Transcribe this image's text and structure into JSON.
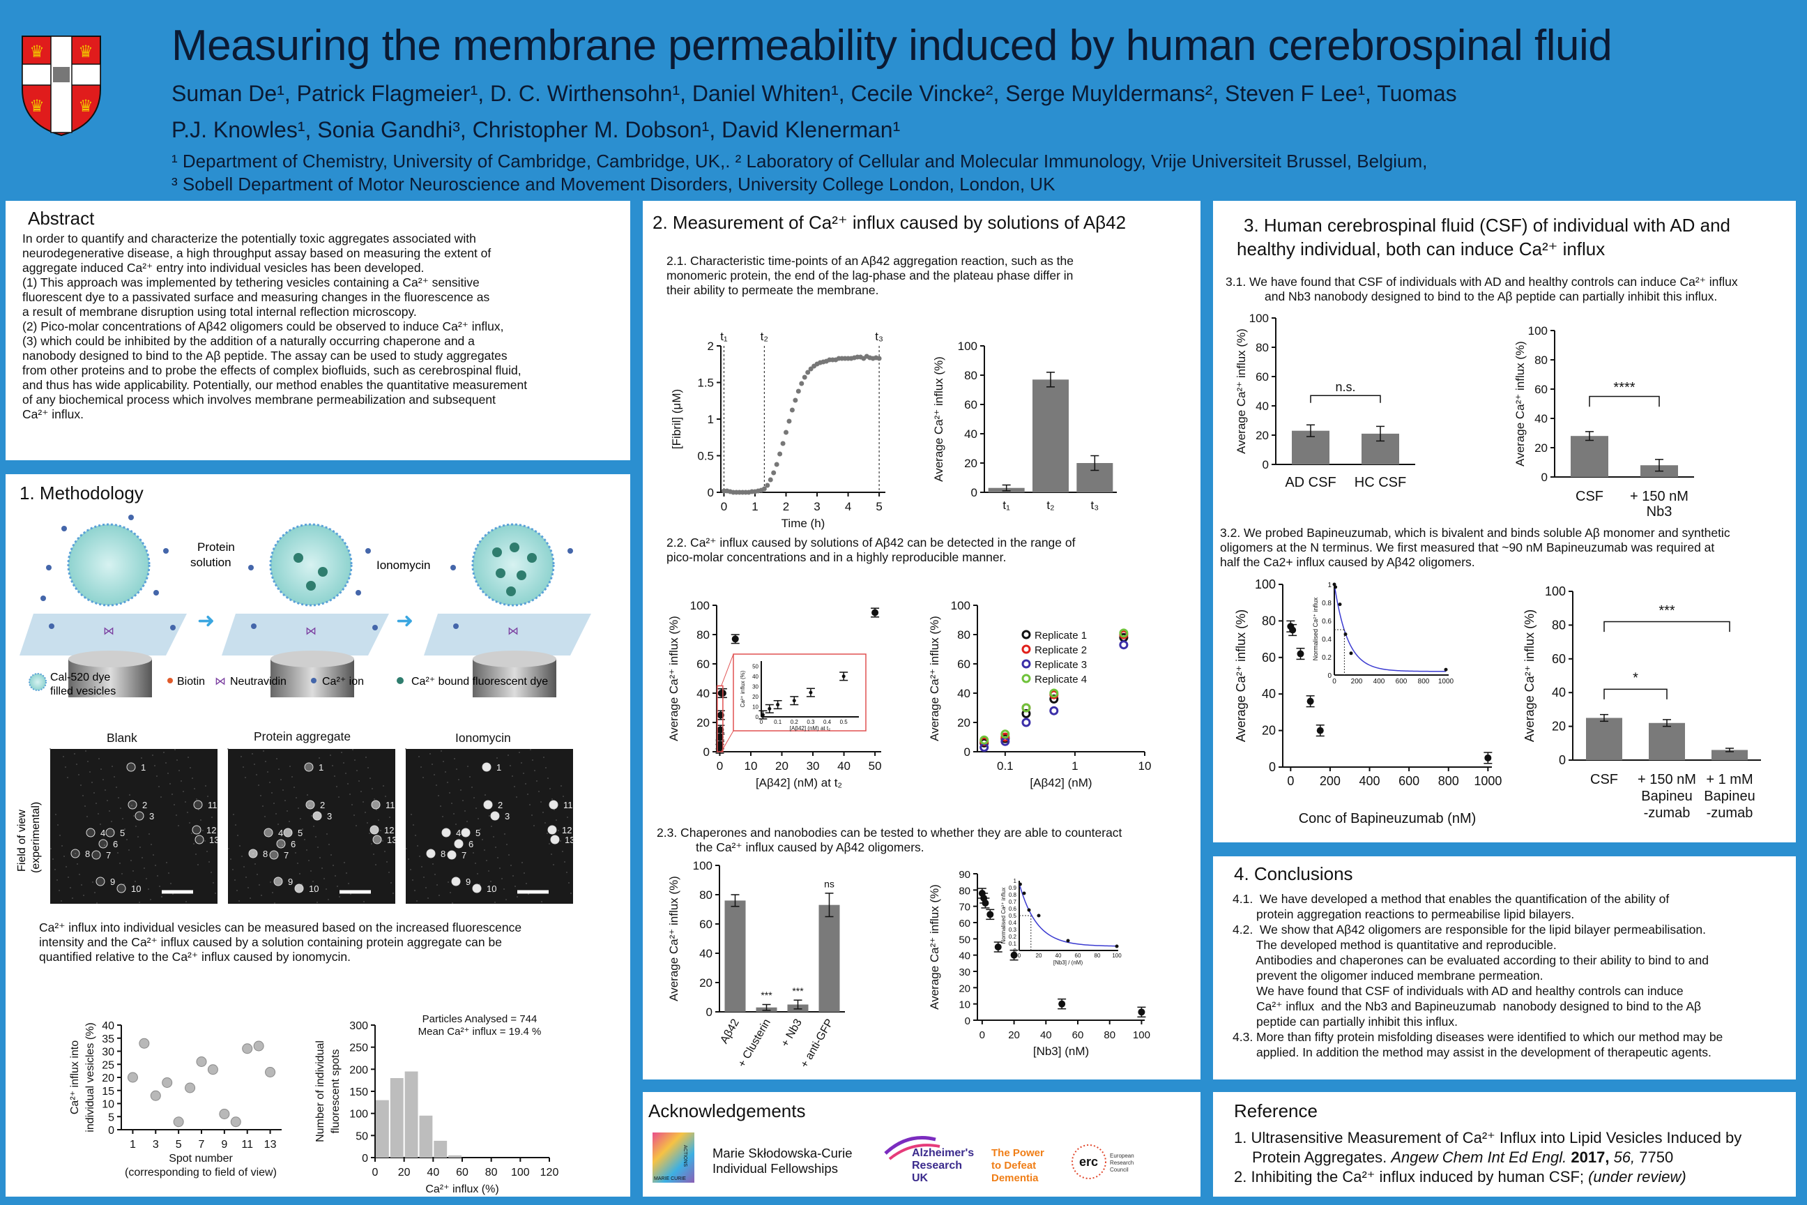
{
  "header": {
    "title": "Measuring the membrane permeability induced by human cerebrospinal fluid",
    "authors_line1": "Suman De¹, Patrick Flagmeier¹, D. C. Wirthensohn¹, Daniel Whiten¹, Cecile Vincke², Serge Muyldermans², Steven F Lee¹, Tuomas",
    "authors_line2": "P.J. Knowles¹, Sonia Gandhi³, Christopher M. Dobson¹, David Klenerman¹",
    "affil_line1": "¹ Department of Chemistry, University of Cambridge, Cambridge, UK,. ² Laboratory of Cellular and Molecular Immunology, Vrije Universiteit Brussel, Belgium,",
    "affil_line2": "³ Sobell Department of Motor Neuroscience and Movement Disorders, University College London, London, UK"
  },
  "abstract": {
    "heading": "Abstract",
    "lines": [
      "In order to quantify and characterize the potentially toxic aggregates associated with",
      "neurodegenerative disease, a high throughput assay based on measuring the extent of",
      "aggregate induced Ca²⁺ entry into individual vesicles has been developed.",
      "(1) This approach was implemented by tethering vesicles containing a Ca²⁺ sensitive",
      "fluorescent dye to a passivated surface and measuring changes in the fluorescence as",
      "a result of membrane disruption using total internal reflection microscopy.",
      "(2) Pico-molar concentrations of Aβ42 oligomers could be observed to induce Ca²⁺ influx,",
      "(3) which could be inhibited by the addition of a naturally occurring chaperone and a",
      "nanobody designed to bind to the Aβ peptide. The assay can be used to study aggregates",
      "from other proteins and to probe the effects of complex biofluids, such as cerebrospinal fluid,",
      "and thus has wide applicability. Potentially, our method enables the quantitative measurement",
      "of any biochemical process which involves membrane permeabilization and subsequent",
      " Ca²⁺ influx."
    ]
  },
  "methodology": {
    "heading": "1. Methodology",
    "protein_solution": [
      "Protein",
      "solution"
    ],
    "ionomycin": "Ionomycin",
    "legend": {
      "cal520": [
        "Cal-520 dye",
        "filled vesicles"
      ],
      "biotin": "Biotin",
      "neutravidin": "Neutravidin",
      "ca_ion": "Ca²⁺ ion",
      "ca_bound": "Ca²⁺ bound fluorescent dye"
    },
    "micro_titles": [
      "Blank",
      "Protein aggregate",
      "Ionomycin"
    ],
    "fov_label": [
      "Field of view",
      "(experimental)"
    ],
    "spot_labels": [
      "1",
      "2",
      "3",
      "4",
      "5",
      "6",
      "7",
      "8",
      "9",
      "10",
      "11",
      "12",
      "13"
    ],
    "caption": [
      "Ca²⁺ influx into individual vesicles can be measured based on the increased fluorescence",
      "intensity and the Ca²⁺ influx caused by a solution containing protein aggregate can be",
      "quantified relative to the Ca²⁺ influx caused by ionomycin."
    ],
    "scatter": {
      "ylabel": [
        "Ca²⁺ influx into",
        "individual vesicles (%)"
      ],
      "xlabel": [
        "Spot number",
        "(corresponding to field of view)"
      ],
      "xticks": [
        "1",
        "3",
        "5",
        "7",
        "9",
        "11",
        "13"
      ],
      "yticks": [
        "0",
        "5",
        "10",
        "15",
        "20",
        "25",
        "30",
        "35",
        "40"
      ]
    },
    "histogram": {
      "ylabel": [
        "Number of individual",
        "fluorescent spots"
      ],
      "xlabel": "Ca²⁺ influx (%)",
      "xticks": [
        "0",
        "20",
        "40",
        "60",
        "80",
        "100",
        "120"
      ],
      "yticks": [
        "0",
        "50",
        "100",
        "150",
        "200",
        "250",
        "300"
      ],
      "note1": "Particles Analysed = 744",
      "note2": "Mean Ca²⁺ influx = 19.4 %"
    }
  },
  "section2": {
    "heading": "2. Measurement of Ca²⁺ influx caused by solutions of Aβ42",
    "p21": [
      "2.1. Characteristic time-points of an Aβ42 aggregation reaction, such as the",
      "monomeric protein, the end of the lag-phase and the plateau phase differ in",
      "their ability to permeate the membrane."
    ],
    "p22": [
      "2.2. Ca²⁺ influx caused by solutions of Aβ42 can be detected in the range of",
      "pico-molar concentrations and in a highly reproducible manner."
    ],
    "p23": [
      "2.3. Chaperones and nanobodies can be tested to whether they are able to counteract",
      "the Ca²⁺ influx caused by Aβ42 oligomers."
    ],
    "kinetics": {
      "ylabel": "[Fibril] (μM)",
      "xlabel": "Time (h)",
      "xticks": [
        "0",
        "1",
        "2",
        "3",
        "4",
        "5"
      ],
      "yticks": [
        "0",
        "0.5",
        "1",
        "1.5",
        "2"
      ],
      "t_labels": [
        "t₁",
        "t₂",
        "t₃"
      ]
    },
    "bars_t": {
      "ylabel": "Average Ca²⁺ influx (%)",
      "yticks": [
        "0",
        "20",
        "40",
        "60",
        "80",
        "100"
      ],
      "cats": [
        "t₁",
        "t₂",
        "t₃"
      ]
    },
    "conc": {
      "ylabel": "Average Ca²⁺ influx (%)",
      "xlabel": "[Aβ42] (nM) at t₂",
      "xticks": [
        "0",
        "10",
        "20",
        "30",
        "40",
        "50"
      ],
      "yticks": [
        "0",
        "20",
        "40",
        "60",
        "80",
        "100"
      ],
      "inset_y": "Ca²⁺ influx (%)",
      "inset_x": "[Aβ42] (nM) at t₂",
      "inset_xt": [
        "0",
        "0.1",
        "0.2",
        "0.3",
        "0.4",
        "0.5"
      ],
      "inset_yt": [
        "0",
        "10",
        "20",
        "30",
        "40",
        "50"
      ]
    },
    "rep": {
      "ylabel": "Average Ca²⁺ influx (%)",
      "xlabel": "[Aβ42] (nM)",
      "xticks": [
        "0.1",
        "1",
        "10"
      ],
      "yticks": [
        "0",
        "20",
        "40",
        "60",
        "80",
        "100"
      ],
      "legend": [
        "Replicate 1",
        "Replicate 2",
        "Replicate 3",
        "Replicate 4"
      ],
      "colors": [
        "#111111",
        "#e0201b",
        "#3b2fa8",
        "#6fc23a"
      ]
    },
    "chap": {
      "ylabel": "Average Ca²⁺ influx (%)",
      "yticks": [
        "0",
        "20",
        "40",
        "60",
        "80",
        "100"
      ],
      "cats": [
        "Aβ42",
        "+ Clusterin",
        "+ Nb3",
        "+ anti-GFP"
      ],
      "stars": [
        "***",
        "***",
        "ns"
      ]
    },
    "nb3": {
      "ylabel": "Average Ca²⁺ influx (%)",
      "xlabel": "[Nb3] (nM)",
      "xticks": [
        "0",
        "20",
        "40",
        "60",
        "80",
        "100"
      ],
      "yticks": [
        "0",
        "10",
        "20",
        "30",
        "40",
        "50",
        "60",
        "70",
        "80",
        "90"
      ],
      "inset_y": "Normalised Ca²⁺ influx",
      "inset_x": "[Nb3] / (nM)",
      "inset_xt": [
        "0",
        "20",
        "40",
        "60",
        "80",
        "100"
      ],
      "inset_yt": [
        "0",
        "0.1",
        "0.2",
        "0.3",
        "0.4",
        "0.5",
        "0.6",
        "0.7",
        "0.8",
        "0.9",
        "1"
      ]
    }
  },
  "section3": {
    "heading": [
      "3.  Human cerebrospinal fluid (CSF) of individual with AD and",
      "healthy individual, both can induce  Ca²⁺ influx"
    ],
    "p31": [
      "3.1.  We have found that CSF of individuals with AD and healthy controls can induce Ca²⁺ influx",
      "and Nb3 nanobody designed to bind to the Aβ peptide can partially inhibit this influx."
    ],
    "p32": [
      "3.2.  We probed Bapineuzumab, which is bivalent and binds soluble Aβ monomer and synthetic",
      "oligomers at the N terminus.  We first measured that ~90 nM Bapineuzumab was required at",
      "half the Ca2+ influx  caused by Aβ42 oligomers."
    ],
    "csf1": {
      "ylabel": "Average Ca²⁺ influx (%)",
      "yticks": [
        "0",
        "20",
        "40",
        "60",
        "80",
        "100"
      ],
      "cats": [
        "AD CSF",
        "HC CSF"
      ],
      "sig": "n.s."
    },
    "csf2": {
      "ylabel": "Average Ca²⁺ influx (%)",
      "yticks": [
        "0",
        "20",
        "40",
        "60",
        "80",
        "100"
      ],
      "cats": [
        "CSF",
        "+ 150 nM",
        "Nb3"
      ],
      "sig": "****"
    },
    "bap": {
      "ylabel": "Average Ca²⁺ influx (%)",
      "xlabel": "Conc of Bapineuzumab (nM)",
      "xticks": [
        "0",
        "200",
        "400",
        "600",
        "800",
        "1000"
      ],
      "yticks": [
        "0",
        "20",
        "40",
        "60",
        "80",
        "100"
      ],
      "inset_y": "Normalised Ca²⁺ influx",
      "inset_xt": [
        "0",
        "200",
        "400",
        "600",
        "800",
        "1000"
      ],
      "inset_yt": [
        "0",
        "0.2",
        "0.4",
        "0.6",
        "0.8",
        "1"
      ]
    },
    "bap2": {
      "ylabel": "Average Ca²⁺ influx (%)",
      "yticks": [
        "0",
        "20",
        "40",
        "60",
        "80",
        "100"
      ],
      "cat1": "CSF",
      "cat2": [
        "+ 150 nM",
        "Bapineu",
        "-zumab"
      ],
      "cat3": [
        "+ 1 mM",
        "Bapineu",
        "-zumab"
      ],
      "sig1": "*",
      "sig2": "***"
    }
  },
  "conclusions": {
    "heading": "4. Conclusions",
    "lines": [
      "4.1.  We have developed a method that enables the quantification of the ability of",
      "       protein aggregation reactions to permeabilise lipid bilayers.",
      "4.2.  We show that Aβ42 oligomers are responsible for the lipid bilayer permeabilisation.",
      "       The developed method is quantitative and reproducible.",
      "       Antibodies and chaperones can be evaluated according to their ability to bind to and",
      "       prevent the oligomer induced membrane permeation.",
      "       We have found that CSF of individuals with AD and healthy controls can induce",
      "       Ca²⁺ influx  and the Nb3 and Bapineuzumab  nanobody designed to bind to the Aβ",
      "       peptide can partially inhibit this influx.",
      "4.3. More than fifty protein misfolding diseases were identified to which our method may be",
      "       applied. In addition the method may assist in the development of therapeutic agents."
    ]
  },
  "acknowledgements": {
    "heading": "Acknowledgements",
    "msc": [
      "Marie Skłodowska-Curie",
      "Individual Fellowships"
    ],
    "msc_logo": [
      "MARIE CURIE",
      "ACTIONS"
    ],
    "aruk": [
      "Alzheimer's",
      "Research",
      "UK"
    ],
    "power": [
      "The Power",
      "to Defeat",
      "Dementia"
    ],
    "erc": "erc",
    "erc_text": [
      "European",
      "Research",
      "Council"
    ]
  },
  "reference": {
    "heading": "Reference",
    "r1a": "1. Ultrasensitive Measurement of Ca²⁺ Influx into Lipid Vesicles Induced by",
    "r1b": "Protein Aggregates. ",
    "r1c": "Angew Chem Int Ed Engl.",
    "r1d": " 2017,",
    "r1e": " 56,",
    "r1f": " 7750",
    "r2a": "2. Inhibiting the Ca²⁺ influx induced by human CSF; ",
    "r2b": "(under review)"
  },
  "chart_data": [
    {
      "type": "line",
      "title": "",
      "xlabel": "Time (h)",
      "ylabel": "[Fibril] (μM)",
      "xlim": [
        0,
        5
      ],
      "ylim": [
        0,
        2
      ],
      "x": [
        0,
        0.1,
        0.2,
        0.3,
        0.4,
        0.5,
        0.6,
        0.7,
        0.8,
        0.9,
        1.0,
        1.1,
        1.2,
        1.3,
        1.4,
        1.5,
        1.6,
        1.7,
        1.8,
        1.9,
        2.0,
        2.1,
        2.2,
        2.3,
        2.4,
        2.5,
        2.6,
        2.7,
        2.8,
        2.9,
        3.0,
        3.1,
        3.2,
        3.3,
        3.4,
        3.5,
        3.6,
        3.7,
        3.8,
        3.9,
        4.0,
        4.1,
        4.2,
        4.3,
        4.4,
        4.5,
        4.6,
        4.7,
        4.8,
        4.9,
        5.0
      ],
      "values": [
        0.02,
        0.02,
        0.01,
        0.0,
        0.0,
        0.0,
        0.0,
        0.0,
        0.0,
        0.01,
        0.01,
        0.02,
        0.03,
        0.05,
        0.1,
        0.18,
        0.28,
        0.4,
        0.55,
        0.7,
        0.86,
        1.02,
        1.18,
        1.32,
        1.45,
        1.56,
        1.65,
        1.72,
        1.77,
        1.81,
        1.84,
        1.86,
        1.87,
        1.88,
        1.9,
        1.9,
        1.9,
        1.92,
        1.92,
        1.92,
        1.92,
        1.92,
        1.93,
        1.94,
        1.94,
        1.92,
        1.95,
        1.93,
        1.92,
        1.93,
        1.92
      ]
    },
    {
      "type": "bar",
      "categories": [
        "t₁",
        "t₂",
        "t₃"
      ],
      "values": [
        3,
        77,
        20
      ],
      "errors": [
        2,
        5,
        5
      ],
      "ylim": [
        0,
        100
      ],
      "ylabel": "Average Ca²⁺ influx (%)"
    },
    {
      "type": "scatter",
      "xlabel": "[Aβ42] (nM) at t₂",
      "ylabel": "Average Ca²⁺ influx (%)",
      "xlim": [
        0,
        50
      ],
      "ylim": [
        0,
        100
      ],
      "x": [
        0.01,
        0.05,
        0.1,
        0.2,
        0.3,
        0.5,
        1,
        5,
        50
      ],
      "values": [
        2,
        5,
        10,
        15,
        25,
        40,
        40,
        77,
        95
      ]
    },
    {
      "type": "scatter",
      "xlabel": "[Aβ42] (nM)",
      "ylabel": "Average Ca²⁺ influx (%)",
      "xscale": "log",
      "xlim": [
        0.05,
        10
      ],
      "ylim": [
        0,
        100
      ],
      "x": [
        0.05,
        0.1,
        0.2,
        0.5,
        5
      ],
      "series": [
        {
          "name": "Replicate 1",
          "values": [
            6,
            9,
            26,
            36,
            78
          ]
        },
        {
          "name": "Replicate 2",
          "values": [
            7,
            10,
            30,
            39,
            80
          ]
        },
        {
          "name": "Replicate 3",
          "values": [
            3,
            7,
            20,
            28,
            73
          ]
        },
        {
          "name": "Replicate 4",
          "values": [
            8,
            12,
            30,
            40,
            81
          ]
        }
      ]
    },
    {
      "type": "bar",
      "categories": [
        "Aβ42",
        "+ Clusterin",
        "+ Nb3",
        "+ anti-GFP"
      ],
      "values": [
        76,
        3,
        5,
        73
      ],
      "errors": [
        4,
        2,
        3,
        8
      ],
      "ylim": [
        0,
        100
      ],
      "ylabel": "Average Ca²⁺ influx (%)"
    },
    {
      "type": "scatter",
      "xlabel": "[Nb3] (nM)",
      "ylabel": "Average Ca²⁺ influx (%)",
      "xlim": [
        0,
        100
      ],
      "ylim": [
        0,
        90
      ],
      "x": [
        0,
        1,
        2,
        5,
        10,
        20,
        50,
        100
      ],
      "values": [
        78,
        75,
        72,
        65,
        45,
        40,
        10,
        5
      ]
    },
    {
      "type": "bar",
      "categories": [
        "AD CSF",
        "HC CSF"
      ],
      "values": [
        23,
        21
      ],
      "errors": [
        4,
        5
      ],
      "ylim": [
        0,
        100
      ],
      "ylabel": "Average Ca²⁺ influx (%)"
    },
    {
      "type": "bar",
      "categories": [
        "CSF",
        "+ 150 nM Nb3"
      ],
      "values": [
        28,
        8
      ],
      "errors": [
        3,
        4
      ],
      "ylim": [
        0,
        100
      ],
      "ylabel": "Average Ca²⁺ influx (%)"
    },
    {
      "type": "scatter",
      "xlabel": "Conc of Bapineuzumab (nM)",
      "ylabel": "Average Ca²⁺ influx (%)",
      "xlim": [
        0,
        1000
      ],
      "ylim": [
        0,
        100
      ],
      "x": [
        0,
        10,
        50,
        100,
        150,
        1000
      ],
      "values": [
        77,
        75,
        62,
        36,
        20,
        5
      ]
    },
    {
      "type": "bar",
      "categories": [
        "CSF",
        "+ 150 nM Bapineuzumab",
        "+ 1 mM Bapineuzumab"
      ],
      "values": [
        25,
        22,
        6
      ],
      "errors": [
        2,
        2,
        1
      ],
      "ylim": [
        0,
        100
      ],
      "ylabel": "Average Ca²⁺ influx (%)"
    },
    {
      "type": "scatter",
      "xlabel": "Spot number",
      "ylabel": "Ca²⁺ influx into individual vesicles (%)",
      "xlim": [
        0,
        14
      ],
      "ylim": [
        0,
        40
      ],
      "x": [
        1,
        2,
        3,
        4,
        5,
        6,
        7,
        8,
        9,
        10,
        11,
        12,
        13
      ],
      "values": [
        20,
        33,
        13,
        18,
        3,
        16,
        26,
        23,
        6,
        3,
        31,
        32,
        22
      ]
    },
    {
      "type": "bar",
      "xlabel": "Ca²⁺ influx (%)",
      "ylabel": "Number of individual fluorescent spots",
      "ylim": [
        0,
        300
      ],
      "categories": [
        "0-10",
        "10-20",
        "20-30",
        "30-40",
        "40-50",
        "50-60"
      ],
      "values": [
        130,
        180,
        195,
        95,
        38,
        5
      ]
    }
  ]
}
